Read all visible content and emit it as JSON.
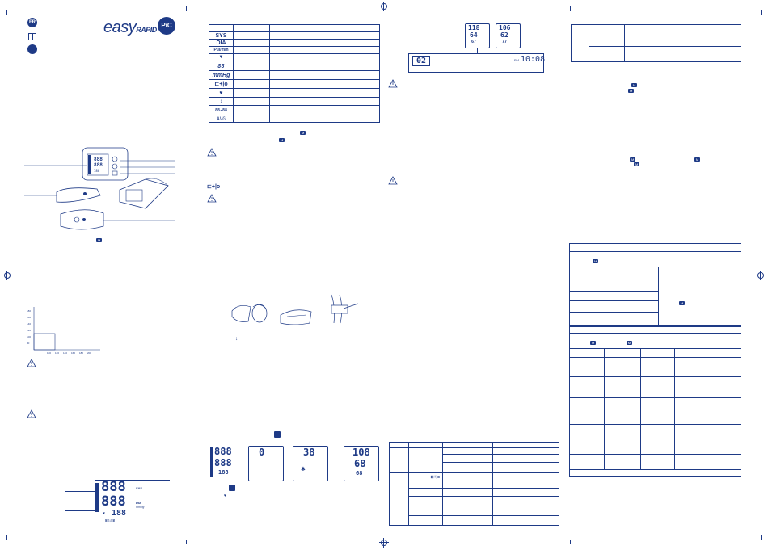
{
  "brand": {
    "wordmark_main": "easy",
    "wordmark_accent": "RAPID",
    "logo_text": "PiC"
  },
  "language": {
    "code": "FR"
  },
  "symbols_table": {
    "rows": [
      {
        "symbol": "SYS"
      },
      {
        "symbol": "DIA"
      },
      {
        "symbol": "Pul/min"
      },
      {
        "symbol": "▼"
      },
      {
        "symbol": "88"
      },
      {
        "symbol": "mmHg"
      },
      {
        "symbol": "⊏+|o"
      },
      {
        "symbol": "♥"
      },
      {
        "symbol": "↕"
      },
      {
        "symbol": "88-88"
      },
      {
        "symbol": "AVG"
      }
    ]
  },
  "error_code": {
    "symbol": "⊏+|o"
  },
  "display_main": {
    "sys": "888",
    "dia": "888",
    "pulse": "188",
    "sys_label": "SYS",
    "dia_label": "DIA",
    "mmhg": "mmHg",
    "bottom": "88:88"
  },
  "sequence": {
    "screen1": {
      "sys": "888",
      "dia": "888",
      "pulse": "188"
    },
    "screen2": {
      "value": "0"
    },
    "screen3": {
      "value": "38"
    },
    "screen4": {
      "sys": "108",
      "dia": "68",
      "pulse": "68"
    }
  },
  "memory_screens": {
    "left": {
      "sys": "118",
      "dia": "64",
      "pulse": "67"
    },
    "right": {
      "sys": "106",
      "dia": "62",
      "pulse": "77"
    }
  },
  "memory_bar": {
    "index": "02",
    "time": "10:08",
    "ampm": "PM"
  },
  "chart": {
    "y_ticks": [
      "180",
      "160",
      "140",
      "120",
      "100",
      "80"
    ],
    "x_ticks": [
      "100",
      "120",
      "140",
      "160",
      "180",
      "200"
    ]
  },
  "date_display": {
    "value": "88-88"
  },
  "avg": {
    "label": "AVG"
  },
  "key_badge": {
    "label": "M"
  }
}
